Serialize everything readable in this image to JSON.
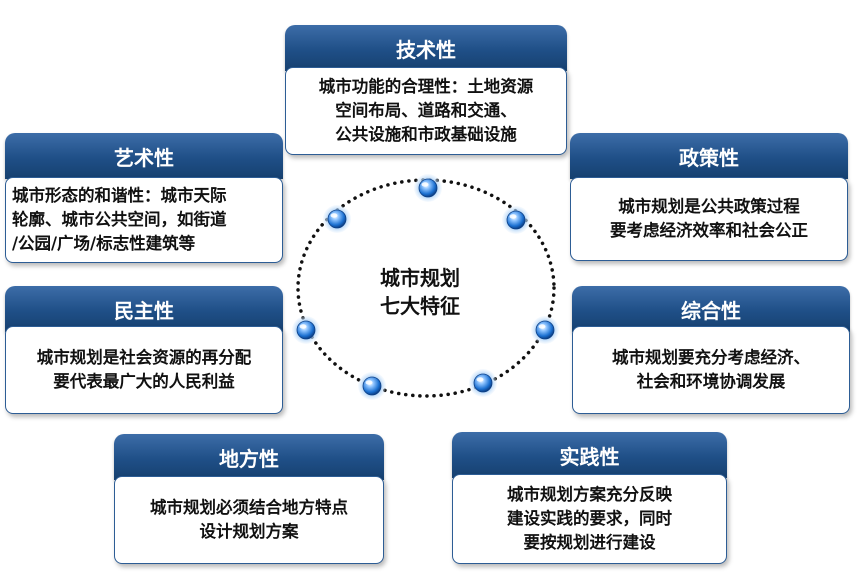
{
  "center": {
    "line1": "城市规划",
    "line2": "七大特征"
  },
  "cards": {
    "tech": {
      "title": "技术性",
      "lines": [
        "城市功能的合理性：土地资源",
        "空间布局、道路和交通、",
        "公共设施和市政基础设施"
      ]
    },
    "art": {
      "title": "艺术性",
      "lines": [
        "城市形态的和谐性：城市天际",
        "轮廓、城市公共空间，如街道",
        "/公园/广场/标志性建筑等"
      ]
    },
    "policy": {
      "title": "政策性",
      "lines": [
        "城市规划是公共政策过程",
        "要考虑经济效率和社会公正"
      ]
    },
    "democracy": {
      "title": "民主性",
      "lines": [
        "城市规划是社会资源的再分配",
        "要代表最广大的人民利益"
      ]
    },
    "synthesis": {
      "title": "综合性",
      "lines": [
        "城市规划要充分考虑经济、",
        "社会和环境协调发展"
      ]
    },
    "locality": {
      "title": "地方性",
      "lines": [
        "城市规划必须结合地方特点",
        "设计规划方案"
      ]
    },
    "practice": {
      "title": "实践性",
      "lines": [
        "城市规划方案充分反映",
        "建设实践的要求，同时",
        "要按规划进行建设"
      ]
    }
  },
  "colors": {
    "header_blue": "#1f4f87",
    "border_blue": "#2d5d95",
    "node_blue": "#1a6fd0"
  },
  "icons": {
    "ring_node": "glossy-blue-sphere-icon"
  }
}
